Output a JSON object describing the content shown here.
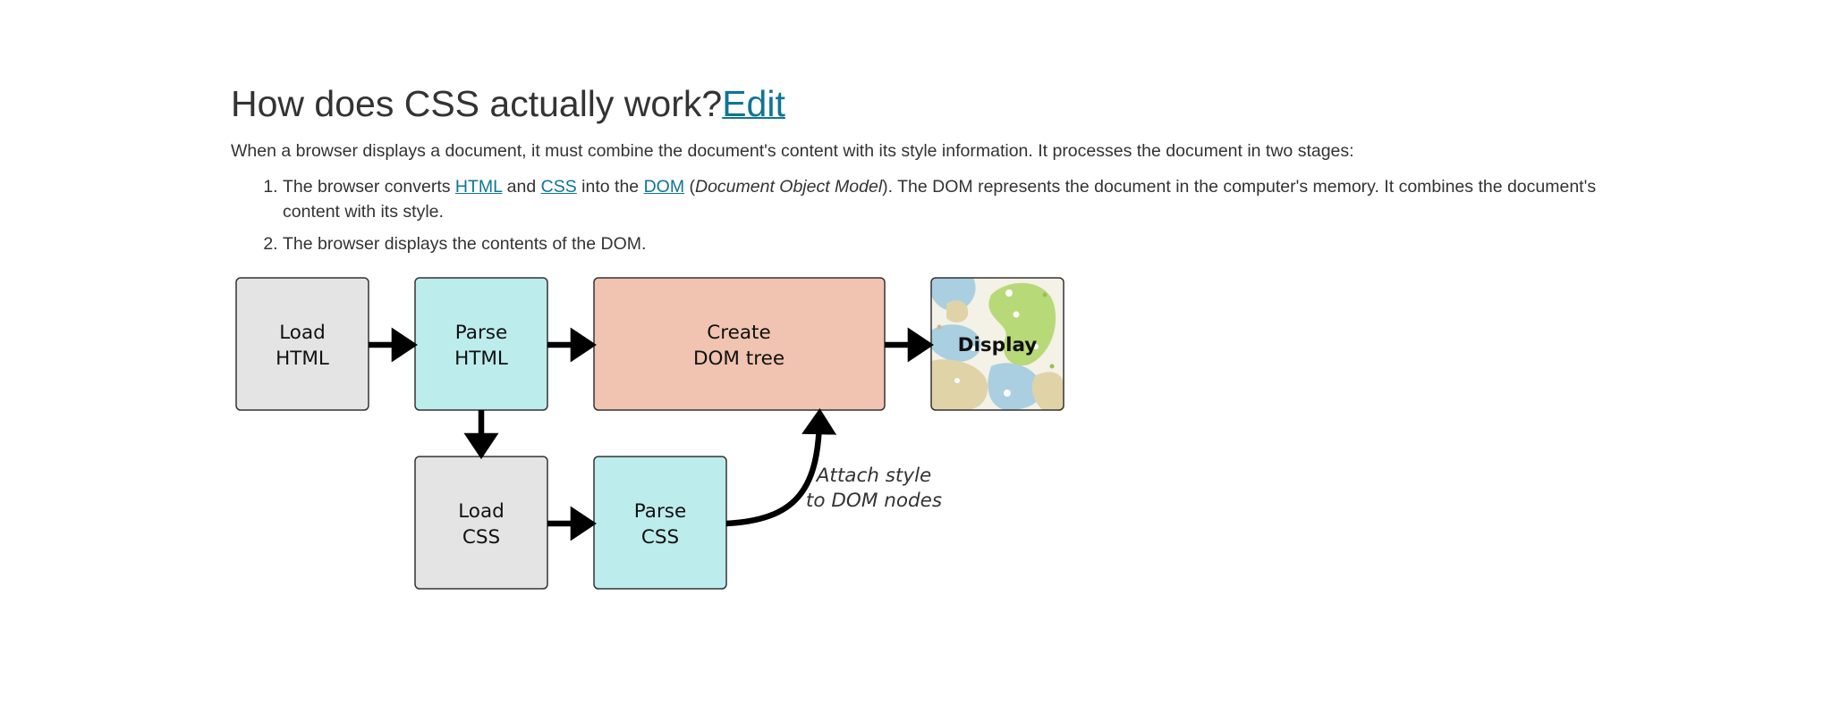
{
  "heading": {
    "title": "How does CSS actually work?",
    "edit_link": "Edit"
  },
  "intro": "When a browser displays a document, it must combine the document's content with its style information. It processes the document in two stages:",
  "steps": [
    {
      "pre": "The browser converts ",
      "link_html": "HTML",
      "and": " and ",
      "link_css": "CSS",
      "into": " into the ",
      "link_dom": "DOM",
      "open_paren": " (",
      "italic": "Document Object Model",
      "rest": "). The DOM represents the document in the computer's memory. It combines the document's content with its style."
    },
    {
      "text": "The browser displays the contents of the DOM."
    }
  ],
  "diagram": {
    "load_html": [
      "Load",
      "HTML"
    ],
    "parse_html": [
      "Parse",
      "HTML"
    ],
    "create_dom": [
      "Create",
      "DOM tree"
    ],
    "display": "Display",
    "load_css": [
      "Load",
      "CSS"
    ],
    "parse_css": [
      "Parse",
      "CSS"
    ],
    "note": [
      "Attach style",
      "to DOM nodes"
    ],
    "colors": {
      "gray_box": "#e4e4e4",
      "cyan_box": "#bdecec",
      "salmon_box": "#f0c4b0",
      "arrow": "#000000",
      "link": "#0f7595"
    }
  }
}
